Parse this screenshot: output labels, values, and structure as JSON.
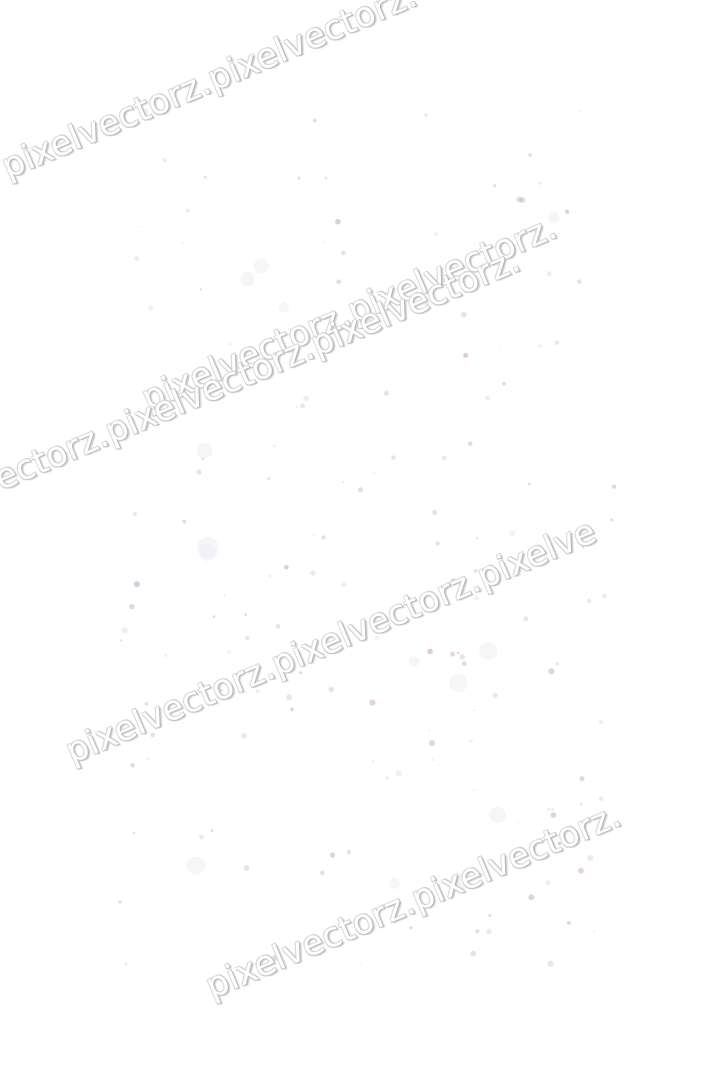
{
  "watermark": {
    "line1": "pixelvectorz.pixelvectorz.",
    "line2": "pixelvectorz.pixelvectorz.",
    "line3": "vectorz.pixelvectorz.pixelvectorz.",
    "line4": "pixelvectorz.pixelvectorz.pixelve",
    "line5": "pixelvectorz.pixelvectorz."
  },
  "colors": {
    "background": "#ffffff",
    "speckle_palette": [
      "#b9a6c9",
      "#c9a3b4",
      "#a9c4c9",
      "#b8b8d6",
      "#d2b3bd"
    ]
  }
}
